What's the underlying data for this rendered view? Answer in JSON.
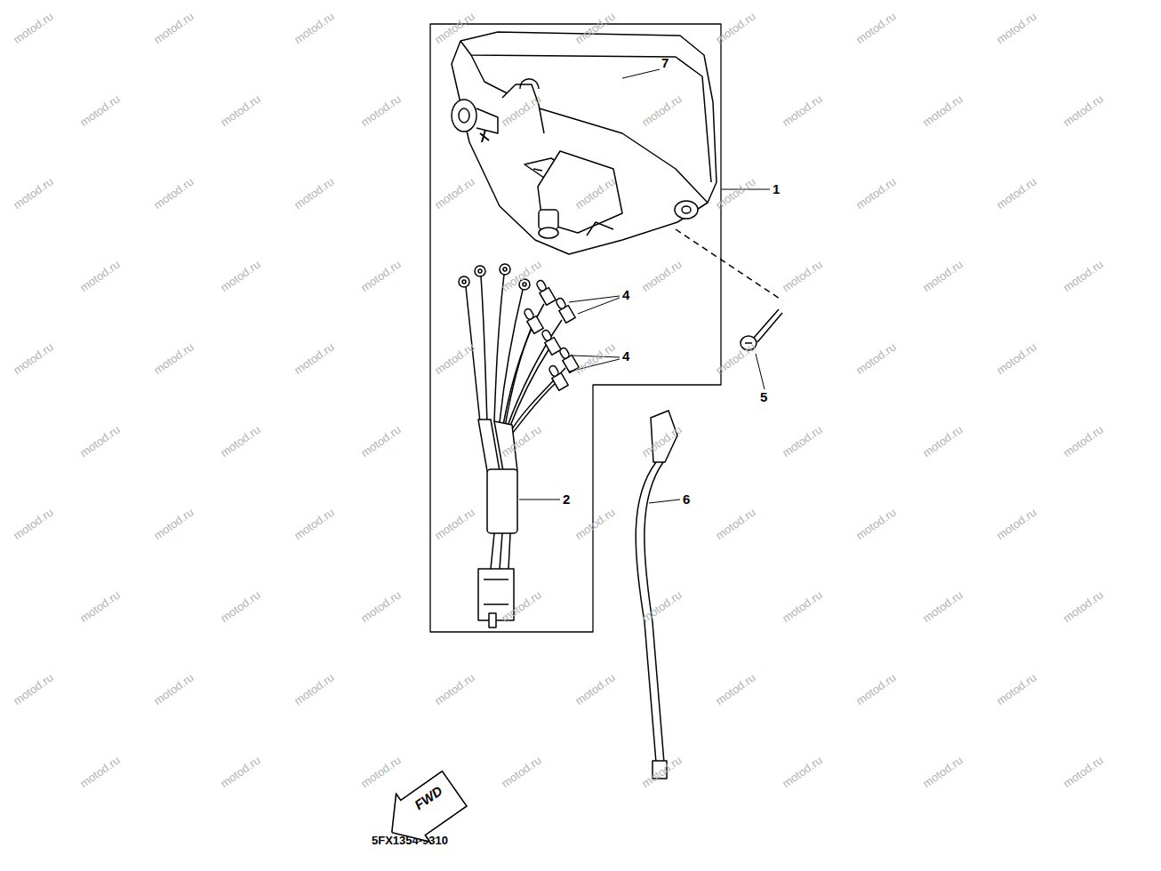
{
  "diagram": {
    "nodes": [
      {
        "text": [
          "FWD"
        ]
      }
    ],
    "labels": [
      "7",
      "1",
      "4",
      "4",
      "5",
      "2",
      "6",
      "5FX1354-9310",
      "motod.ru",
      "motod.ru",
      "motod.ru",
      "motod.ru",
      "motod.ru",
      "motod.ru",
      "motod.ru",
      "motod.ru",
      "motod.ru",
      "motod.ru",
      "motod.ru",
      "motod.ru",
      "motod.ru",
      "motod.ru",
      "motod.ru",
      "motod.ru",
      "motod.ru",
      "motod.ru",
      "motod.ru",
      "motod.ru",
      "motod.ru",
      "motod.ru",
      "motod.ru",
      "motod.ru",
      "motod.ru",
      "motod.ru",
      "motod.ru",
      "motod.ru",
      "motod.ru",
      "motod.ru",
      "motod.ru",
      "motod.ru",
      "motod.ru",
      "motod.ru",
      "motod.ru",
      "motod.ru",
      "motod.ru",
      "motod.ru",
      "motod.ru",
      "motod.ru",
      "motod.ru",
      "motod.ru",
      "motod.ru",
      "motod.ru",
      "motod.ru",
      "motod.ru",
      "motod.ru",
      "motod.ru",
      "motod.ru",
      "motod.ru",
      "motod.ru",
      "motod.ru",
      "motod.ru",
      "motod.ru",
      "motod.ru",
      "motod.ru",
      "motod.ru",
      "motod.ru",
      "motod.ru",
      "motod.ru",
      "motod.ru",
      "motod.ru",
      "motod.ru",
      "motod.ru",
      "motod.ru",
      "motod.ru",
      "motod.ru",
      "motod.ru",
      "motod.ru",
      "motod.ru",
      "motod.ru",
      "motod.ru",
      "motod.ru",
      "motod.ru",
      "motod.ru",
      "motod.ru",
      "motod.ru",
      "motod.ru",
      "motod.ru",
      "motod.ru"
    ]
  }
}
